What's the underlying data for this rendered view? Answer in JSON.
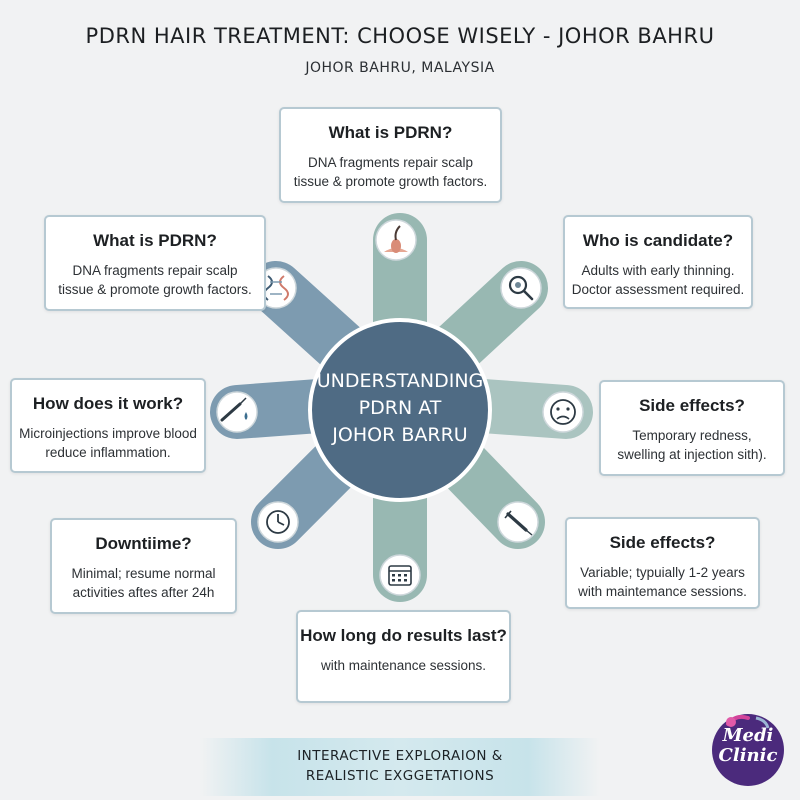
{
  "title": "PDRN HAIR TREATMENT: CHOOSE WISELY  - JOHOR BAHRU",
  "subtitle": "JOHOR BAHRU, MALAYSIA",
  "hub": {
    "line1": "UNDERSTANDING",
    "line2": "PDRN AT",
    "line3": "JOHOR BARRU"
  },
  "cards": [
    {
      "id": "top",
      "title": "What is PDRN?",
      "lines": [
        "DNA fragments repair scalp",
        "tissue & promote growth factors."
      ],
      "icon": "hair-follicle-icon"
    },
    {
      "id": "top-left",
      "title": "What is PDRN?",
      "lines": [
        "DNA fragments repair scalp",
        "tissue & promote growth factors."
      ],
      "icon": "dna-molecule-icon"
    },
    {
      "id": "top-right",
      "title": "Who is candidate?",
      "lines": [
        "Adults with early thinning.",
        "Doctor assessment required."
      ],
      "icon": "magnifier-icon"
    },
    {
      "id": "left",
      "title": "How does it work?",
      "lines": [
        "Microinjections improve blood",
        "reduce inflammation."
      ],
      "icon": "syringe-drop-icon"
    },
    {
      "id": "right",
      "title": "Side effects?",
      "lines": [
        "Temporary redness,",
        "swelling at injection sith)."
      ],
      "icon": "sad-face-icon"
    },
    {
      "id": "bottom-left",
      "title": "Downtiime?",
      "lines": [
        "Minimal; resume normal",
        "activities aftes after 24h"
      ],
      "icon": "clock-icon"
    },
    {
      "id": "bottom-right",
      "title": "Side effects?",
      "lines": [
        "Variable; typuially 1-2 years",
        "with maintemance sessions."
      ],
      "icon": "syringe-icon"
    },
    {
      "id": "bottom",
      "title": "How long do results last?",
      "lines": [
        "with maintenance sessions."
      ],
      "icon": "calendar-icon"
    }
  ],
  "banner": {
    "line1": "INTERACTIVE EXPLORAION &",
    "line2": "REALISTIC EXGGETATIONS"
  },
  "logo": {
    "line1": "Medi",
    "line2": "Clinic"
  },
  "colors": {
    "hub": "#4f6b84",
    "spoke_blue": "#7d9bb0",
    "spoke_green": "#98b8b2",
    "card_border": "#b6c9d2"
  }
}
